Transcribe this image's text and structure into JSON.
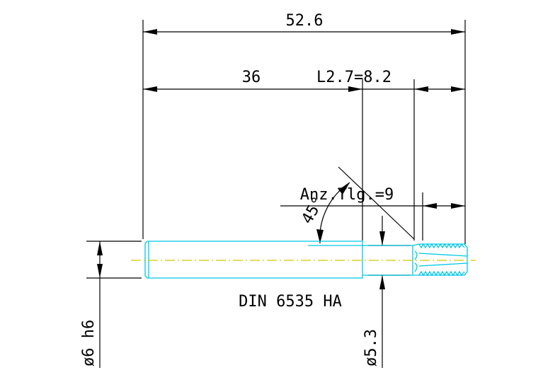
{
  "dimensions": {
    "overall_length": "52.6",
    "shank_length": "36",
    "thread_length": "L2.7=8.2",
    "flute_count": "Anz.Tlg.=9",
    "chamfer_angle": "45°",
    "shank_diameter": "ø6 h6",
    "neck_diameter": "ø5.3"
  },
  "standard_label": "DIN 6535 HA",
  "colors": {
    "dimension_lines": "#000000",
    "part_outline": "#00c8e6",
    "centerline": "#d8c800",
    "background": "#ffffff"
  }
}
